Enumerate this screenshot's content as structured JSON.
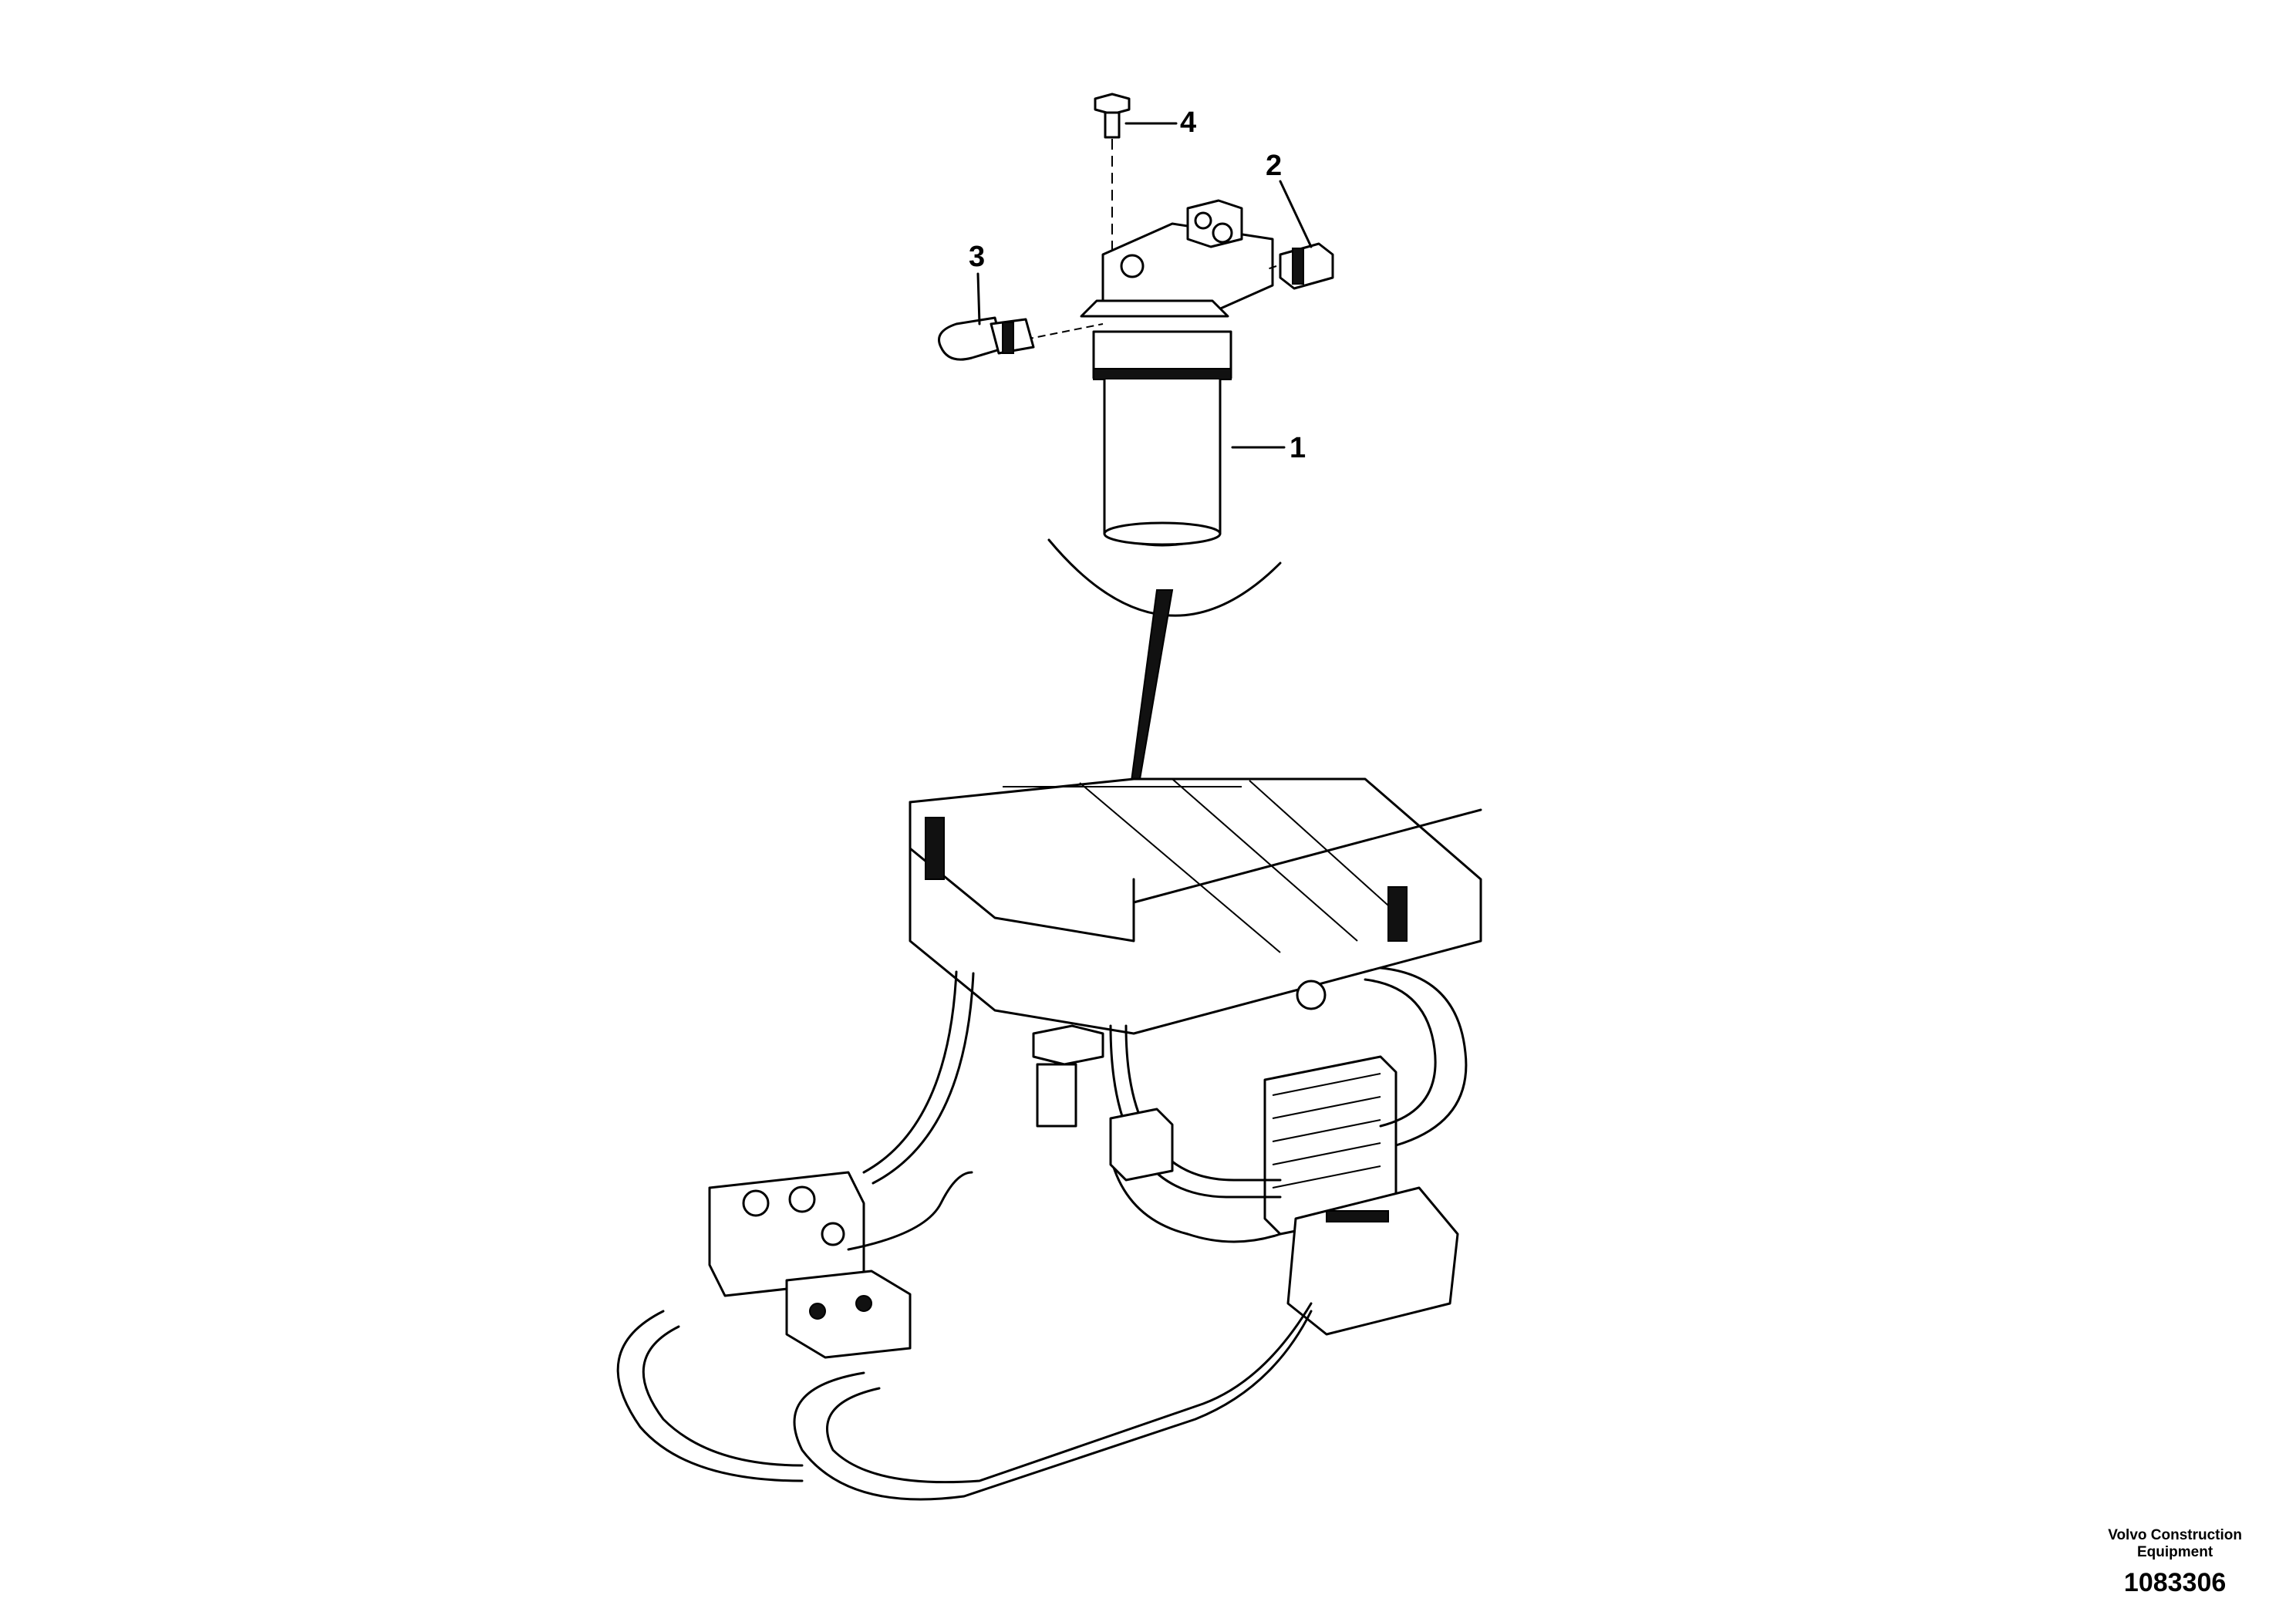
{
  "callouts": [
    {
      "id": "1",
      "label": "1"
    },
    {
      "id": "2",
      "label": "2"
    },
    {
      "id": "3",
      "label": "3"
    },
    {
      "id": "4",
      "label": "4"
    }
  ],
  "footer": {
    "brand_line1": "Volvo Construction",
    "brand_line2": "Equipment",
    "document_number": "1083306"
  },
  "colors": {
    "line": "#000000",
    "background": "#ffffff"
  }
}
